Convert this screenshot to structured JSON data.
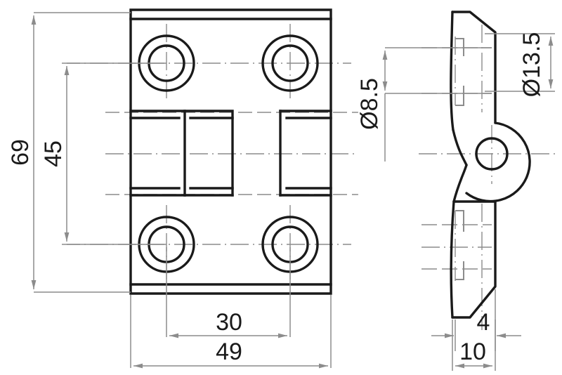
{
  "drawing": {
    "title": "Hinge technical drawing",
    "type": "engineering-orthographic-drawing",
    "units": "mm",
    "line_color": "#1a1a1a",
    "dimension_color": "#8c8c8c",
    "center_line_color": "#8c8c8c",
    "background": "#ffffff",
    "views": [
      {
        "name": "front-view",
        "label": ""
      },
      {
        "name": "side-view",
        "label": ""
      }
    ]
  },
  "dimensions": {
    "overall_height": "69",
    "hole_spacing_vertical": "45",
    "hole_spacing_horizontal": "30",
    "overall_width": "49",
    "knuckle_diameter": "Ø13.5",
    "leaf_offset": "Ø8.5",
    "leaf_thickness": "4",
    "total_thickness": "10"
  },
  "labels": {
    "d69": "69",
    "d45": "45",
    "d30": "30",
    "d49": "49",
    "d135": "Ø13.5",
    "d85": "Ø8.5",
    "d4": "4",
    "d10": "10"
  }
}
